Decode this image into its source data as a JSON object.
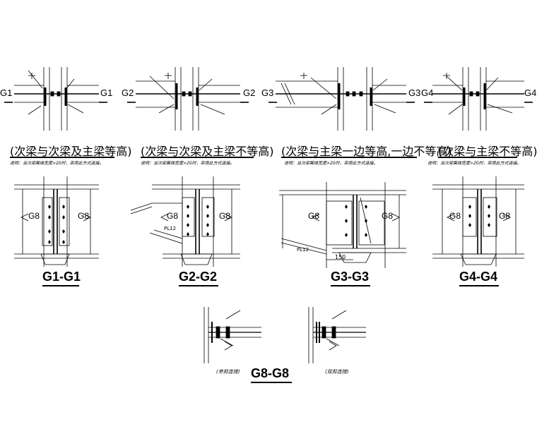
{
  "details": [
    {
      "id": "detail-1",
      "mark_left": "G1",
      "mark_right": "G1",
      "title": "(次梁与次梁及主梁等高)",
      "note": "说明：当次梁翼缘宽度>20时，采用此方式连接。",
      "section": "G1-G1",
      "sub_mark_left": "G8",
      "sub_mark_right": "G8"
    },
    {
      "id": "detail-2",
      "mark_left": "G2",
      "mark_right": "G2",
      "title": "(次梁与次梁及主梁不等高)",
      "note": "说明：当次梁翼缘宽度>20时，采用此方式连接。",
      "section": "G2-G2",
      "sub_mark_left": "G8",
      "sub_mark_right": "G8",
      "dim": "PL12"
    },
    {
      "id": "detail-3",
      "mark_left": "G3",
      "mark_right": "G3",
      "title": "(次梁与主梁一边等高,一边不等高)",
      "note": "说明：当次梁翼缘宽度>20时，采用此方式连接。",
      "section": "G3-G3",
      "sub_mark_left": "G8",
      "sub_mark_right": "G8",
      "dim": "150",
      "dim2": "PL12"
    },
    {
      "id": "detail-4",
      "mark_left": "G4",
      "mark_right": "G4",
      "title": "(次梁与主梁不等高)",
      "note": "说明：当次梁翼缘宽度>20时，采用此方式连接。",
      "section": "G4-G4",
      "sub_mark_left": "G8",
      "sub_mark_right": "G8"
    }
  ],
  "bottom": {
    "section": "G8-G8",
    "caption_left": "(单剪连接)",
    "caption_right": "(双剪连接)"
  }
}
